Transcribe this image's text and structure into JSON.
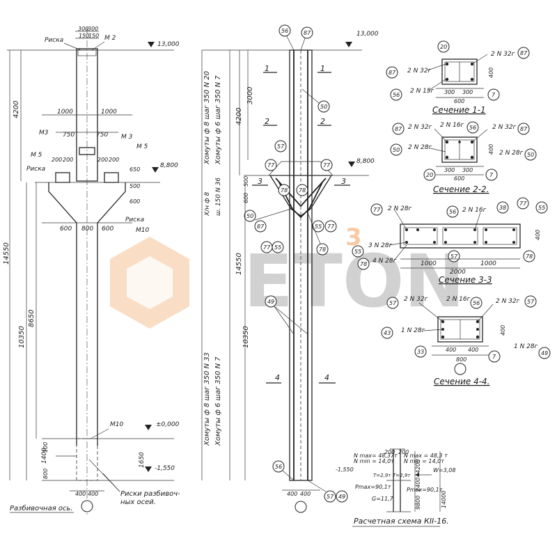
{
  "watermark": {
    "brand": "ETON",
    "badge": "3",
    "colors": {
      "orange": "#f2b37c",
      "grey": "#9a9a9a"
    }
  },
  "left_view": {
    "marks": {
      "riska_top": "Риска",
      "m2": "М 2",
      "m3_left": "М3",
      "m3_right": "М 3",
      "m5_left": "М 5",
      "m5_right": "М 5",
      "riska_mid": "Риска",
      "riska_right": "Риска",
      "m10_upper": "М10",
      "m10_lower": "М10"
    },
    "dims": {
      "d300a": "300",
      "d300b": "300",
      "d150a": "150",
      "d150b": "150",
      "d1000a": "1000",
      "d1000b": "1000",
      "d750a": "750",
      "d750b": "750",
      "d200a": "200",
      "d200b": "200",
      "d200c": "200",
      "d200d": "200",
      "d4200": "4200",
      "d14550": "14550",
      "d10350": "10350",
      "d8650": "8650",
      "d650": "650",
      "d500": "500",
      "d600v": "600",
      "d600a": "600",
      "d800": "800",
      "d600b": "600",
      "d1400": "1400",
      "d800v": "800",
      "d100": "100",
      "d1650": "1650",
      "d400a": "400",
      "d400b": "400"
    },
    "elevations": {
      "e13": "13,000",
      "e8": "8,800",
      "e0": "±0,000",
      "em": "-1,550"
    },
    "notes": {
      "razb_axis": "Разбивочная ось.",
      "riski_1": "Риски разбивоч-",
      "riski_2": "ных осей."
    }
  },
  "mid_view": {
    "callouts": {
      "c56_top": "56",
      "c87_top": "87",
      "c50": "50",
      "c57": "57",
      "c77a": "77",
      "c77b": "77",
      "c78a": "78",
      "c78b": "78",
      "c87": "87",
      "c55": "55",
      "c77c": "77",
      "c50b": "50",
      "c77d": "77",
      "c55b": "55",
      "c49": "49",
      "c56_bot": "56",
      "c57_bot": "57",
      "c49_bot": "49"
    },
    "section_marks": {
      "s1": "1",
      "s2": "2",
      "s3": "3",
      "s4": "4"
    },
    "dims": {
      "d4200": "4200",
      "d3000": "3000",
      "d14550": "14550",
      "d10350": "10350",
      "d500": "500",
      "d600": "600",
      "d400a": "400",
      "d400b": "400"
    },
    "elevations": {
      "e13": "13,000",
      "e8": "8,800"
    },
    "vertical_notes": {
      "upper_1": "Хомуты ф 8 шаг 350 N 20",
      "upper_2": "Хомуты ф 6 шаг 350 N 7",
      "mid_1": "Х/н ф 8",
      "mid_2": "ш. 150 N 36",
      "lower_1": "Хомуты ф 8 шаг 350  N 33",
      "lower_2": "Хомуты ф 6 шаг 350  N 7"
    }
  },
  "sections": {
    "s11": {
      "caption": "Сечение  1-1",
      "l1": "20",
      "l2": "2 N 32г",
      "l3": "87",
      "l4": "87",
      "l5": "2 N 32г",
      "l6": "56",
      "l7": "2 N 15г",
      "l8": "7",
      "d1": "300",
      "d2": "300",
      "d3": "600",
      "d4": "400"
    },
    "s22": {
      "caption": "Сечение  2-2.",
      "l1": "87",
      "l2": "2 N 32г",
      "l3": "2 N 16г",
      "l4": "56",
      "l5": "2 N 32г",
      "l6": "87",
      "l7": "50",
      "l8": "2 N 28г",
      "l9": "2 N 28г",
      "l10": "50",
      "l11": "20",
      "l12": "7",
      "d1": "300",
      "d2": "300",
      "d3": "600",
      "d4": "400"
    },
    "s33": {
      "caption": "Сечение  3-3",
      "l1": "77",
      "l2": "2 N 28г",
      "l3": "56",
      "l4": "2 N 16г",
      "l5": "38",
      "l6": "77",
      "l7": "55",
      "l8": "3 N 28г",
      "l9": "55",
      "l10": "4 N 28г",
      "l11": "78",
      "l12": "57",
      "l13": "78",
      "d1": "1000",
      "d2": "1000",
      "d3": "2000",
      "d4": "400"
    },
    "s44": {
      "caption": "Сечение  4-4.",
      "l1": "57",
      "l2": "2 N 32г",
      "l3": "2 N 16г",
      "l4": "56",
      "l5": "2 N 32г",
      "l6": "57",
      "l7": "43",
      "l8": "1 N 28г",
      "l9": "1 N 28г",
      "l10": "49",
      "l11": "33",
      "l12": "7",
      "d1": "400",
      "d2": "400",
      "d3": "800",
      "d4": "400"
    }
  },
  "calc_scheme": {
    "caption": "Расчетная схема КII-16.",
    "loads": {
      "nmax_l": "N max= 48,37т",
      "nmin_l": "N min = 14,0т",
      "nmax_r": "N max = 48,3 т",
      "nmin_r": "N min = 14,0т",
      "pmax_l": "Pmax=90,1т",
      "pmax_r": "Pmax=90,1т",
      "g": "G=11,7",
      "w": "W=3,08",
      "t1": "T=2,9т",
      "t2": "T=2,9т"
    },
    "dims": {
      "d200a": "200",
      "d200b": "200",
      "d4200": "4200",
      "d2400": "2400",
      "d9800": "9800",
      "d14000": "14000"
    },
    "elev": "-1,550"
  }
}
